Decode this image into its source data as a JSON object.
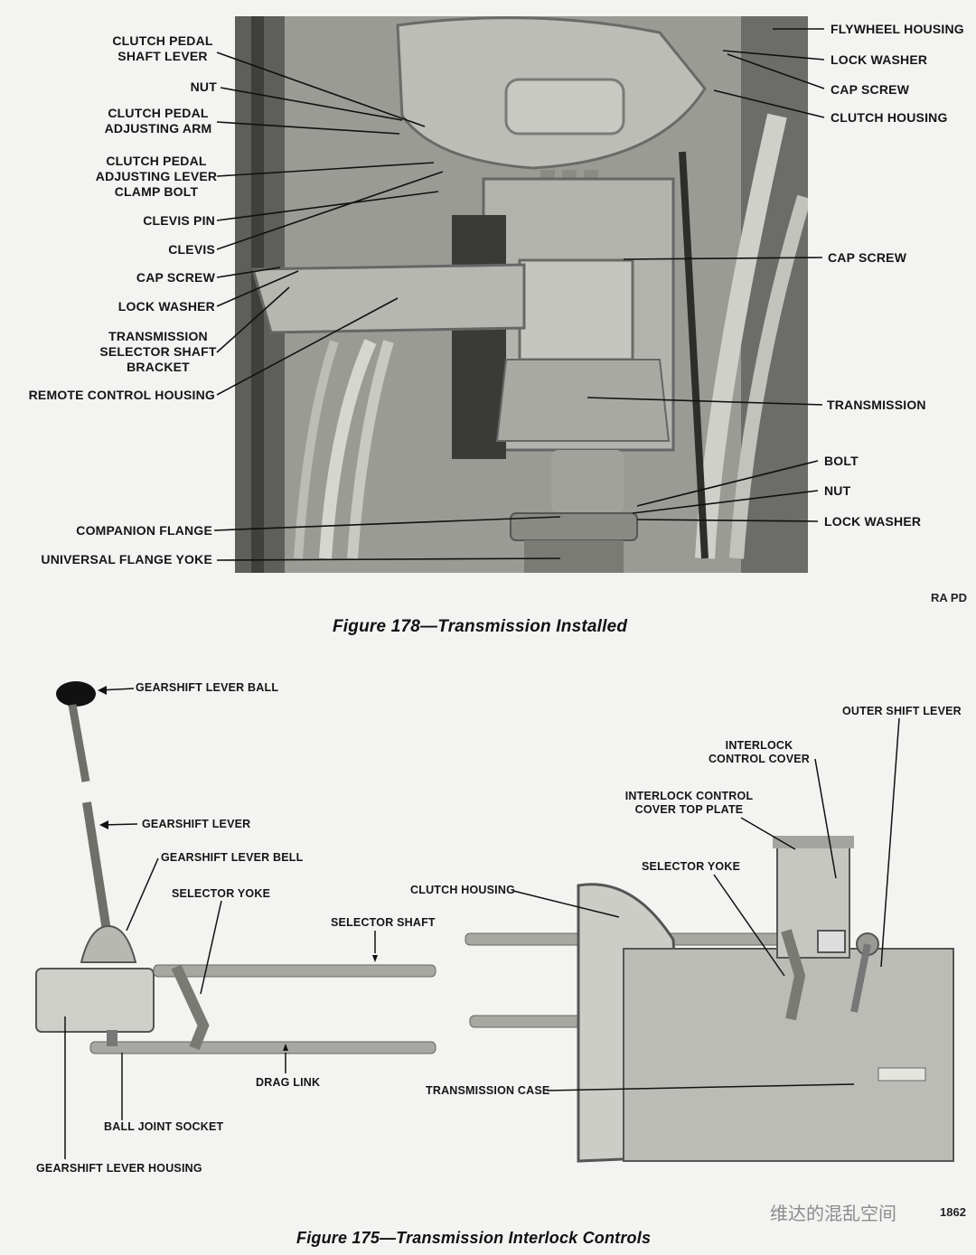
{
  "figure_top": {
    "caption": "Figure 178—Transmission Installed",
    "plate_mark": "RA PD",
    "labels_left": [
      "CLUTCH PEDAL\nSHAFT LEVER",
      "NUT",
      "CLUTCH PEDAL\nADJUSTING ARM",
      "CLUTCH PEDAL\nADJUSTING LEVER\nCLAMP BOLT",
      "CLEVIS PIN",
      "CLEVIS",
      "CAP SCREW",
      "LOCK WASHER",
      "TRANSMISSION\nSELECTOR SHAFT\nBRACKET",
      "REMOTE CONTROL HOUSING",
      "COMPANION FLANGE",
      "UNIVERSAL FLANGE YOKE"
    ],
    "labels_right": [
      "FLYWHEEL HOUSING",
      "LOCK WASHER",
      "CAP SCREW",
      "CLUTCH HOUSING",
      "CAP SCREW",
      "TRANSMISSION",
      "BOLT",
      "NUT",
      "LOCK WASHER"
    ]
  },
  "figure_bottom": {
    "caption": "Figure 175—Transmission Interlock Controls",
    "plate_mark": "1862",
    "labels": {
      "gearshift_lever_ball": "GEARSHIFT LEVER BALL",
      "gearshift_lever": "GEARSHIFT LEVER",
      "gearshift_lever_bell": "GEARSHIFT LEVER BELL",
      "selector_yoke_left": "SELECTOR YOKE",
      "selector_shaft": "SELECTOR SHAFT",
      "drag_link": "DRAG LINK",
      "ball_joint_socket": "BALL JOINT SOCKET",
      "gearshift_lever_housing": "GEARSHIFT LEVER HOUSING",
      "clutch_housing": "CLUTCH HOUSING",
      "selector_yoke_right": "SELECTOR YOKE",
      "interlock_control_cover_top_plate": "INTERLOCK CONTROL\nCOVER TOP PLATE",
      "interlock_control_cover": "INTERLOCK\nCONTROL COVER",
      "outer_shift_lever": "OUTER SHIFT LEVER",
      "transmission_case": "TRANSMISSION CASE"
    }
  },
  "watermark": "维达的混乱空间"
}
